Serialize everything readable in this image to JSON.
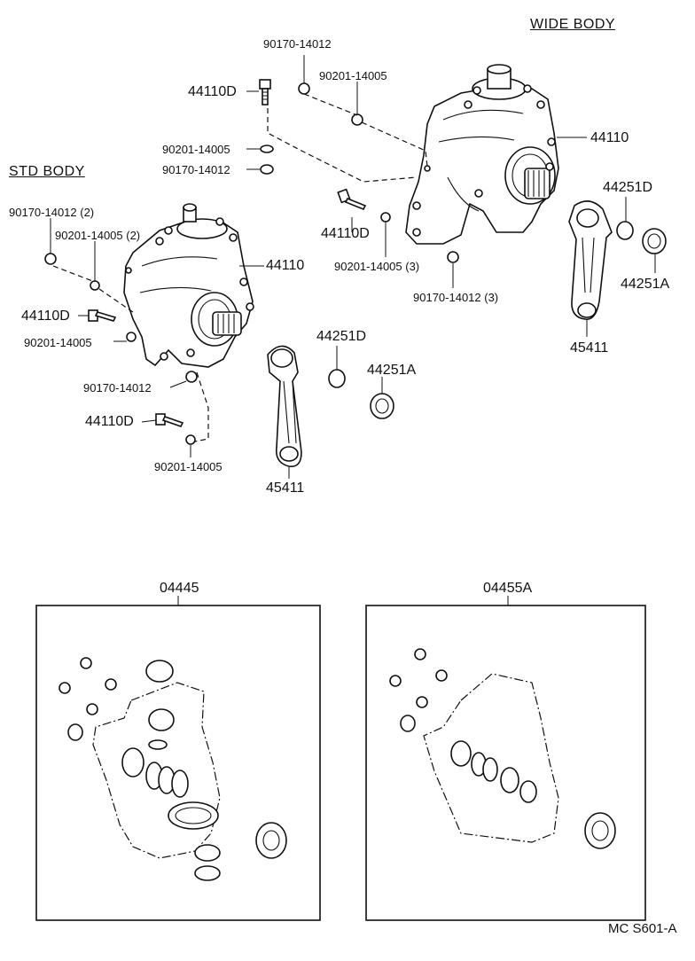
{
  "headers": {
    "wide_body": "WIDE BODY",
    "std_body": "STD BODY"
  },
  "wide": {
    "p90170_top": "90170-14012",
    "p90201_top": "90201-14005",
    "p44110D_top": "44110D",
    "p90201_mid": "90201-14005",
    "p90170_mid": "90170-14012",
    "p44110": "44110",
    "p44251D": "44251D",
    "p44251A": "44251A",
    "p45411": "45411",
    "p44110D_low": "44110D",
    "p90201_low": "90201-14005 (3)",
    "p90170_low": "90170-14012 (3)"
  },
  "std": {
    "p90170": "90170-14012 (2)",
    "p90201": "90201-14005 (2)",
    "p44110": "44110",
    "p44110D_a": "44110D",
    "p90201_b": "90201-14005",
    "p90170_b": "90170-14012",
    "p44110D_b": "44110D",
    "p90201_c": "90201-14005",
    "p44251D": "44251D",
    "p44251A": "44251A",
    "p45411": "45411"
  },
  "kits": {
    "kit_a": "04445",
    "kit_b": "04455A"
  },
  "ref_code": "MC S601-A"
}
